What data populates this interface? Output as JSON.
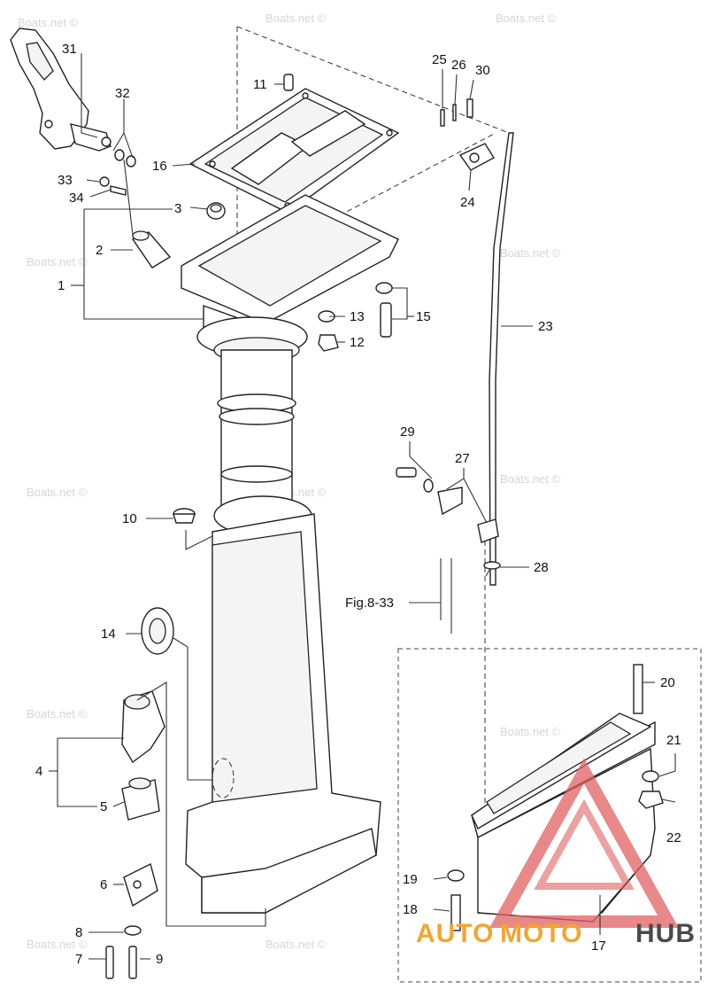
{
  "callouts": {
    "p1": "1",
    "p2": "2",
    "p3": "3",
    "p4": "4",
    "p5": "5",
    "p6": "6",
    "p7": "7",
    "p8": "8",
    "p9": "9",
    "p10": "10",
    "p11": "11",
    "p12": "12",
    "p13": "13",
    "p14": "14",
    "p15": "15",
    "p16": "16",
    "p17": "17",
    "p18": "18",
    "p19": "19",
    "p20": "20",
    "p21": "21",
    "p22": "22",
    "p23": "23",
    "p24": "24",
    "p25": "25",
    "p26": "26",
    "p27": "27",
    "p28": "28",
    "p29": "29",
    "p30": "30",
    "p31": "31",
    "p32": "32",
    "p33": "33",
    "p34": "34"
  },
  "reference": "Fig.8-33",
  "watermark": "Boats.net ©",
  "logo": {
    "part1": "AUTO",
    "part2": "MOTO",
    "part3": "HUB",
    "color_primary": "#f2a531",
    "color_secondary": "#e06060",
    "color_dark": "#4a4a4a"
  }
}
